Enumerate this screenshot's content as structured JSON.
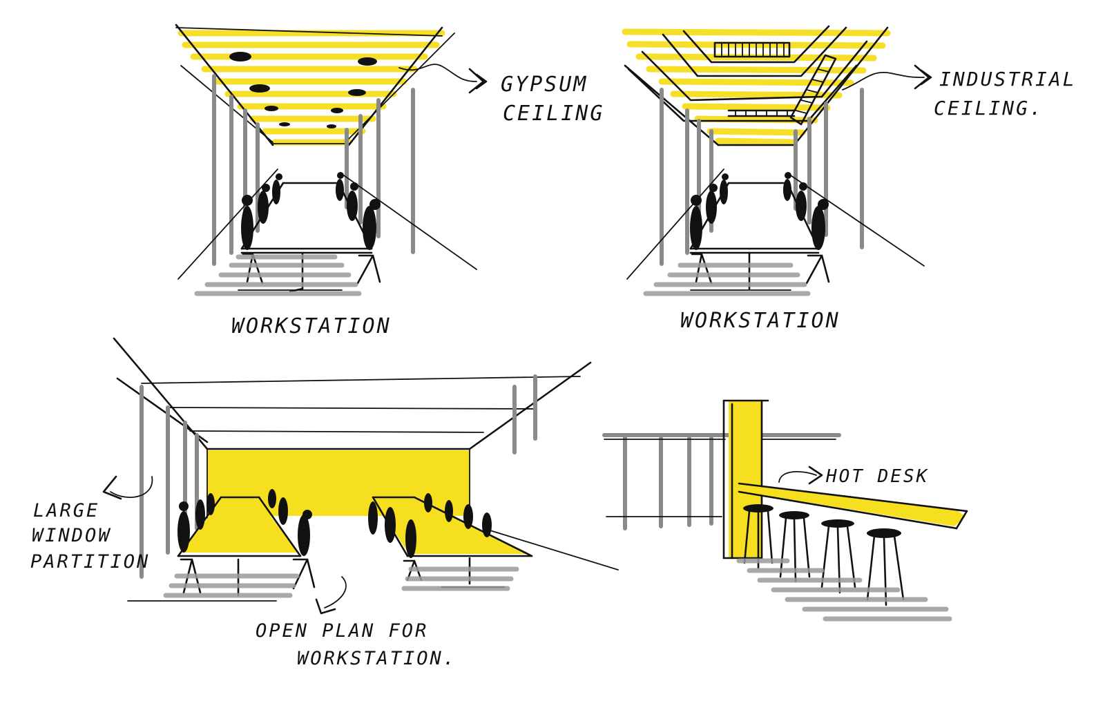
{
  "colors": {
    "ink": "#111111",
    "highlight": "#f4dd1c",
    "shadow": "#8a8a8a",
    "paper": "#ffffff"
  },
  "sketches": {
    "top_left": {
      "caption": "WORKSTATION",
      "callout": [
        "GYPSUM",
        "CEILING"
      ]
    },
    "top_right": {
      "caption": "WORKSTATION",
      "callout": [
        "INDUSTRIAL",
        "CEILING."
      ]
    },
    "bottom_left": {
      "side_label": [
        "LARGE",
        "WINDOW",
        "PARTITION"
      ],
      "bottom_label": [
        "OPEN PLAN FOR",
        "WORKSTATION."
      ]
    },
    "bottom_right": {
      "callout": "HOT DESK"
    }
  }
}
